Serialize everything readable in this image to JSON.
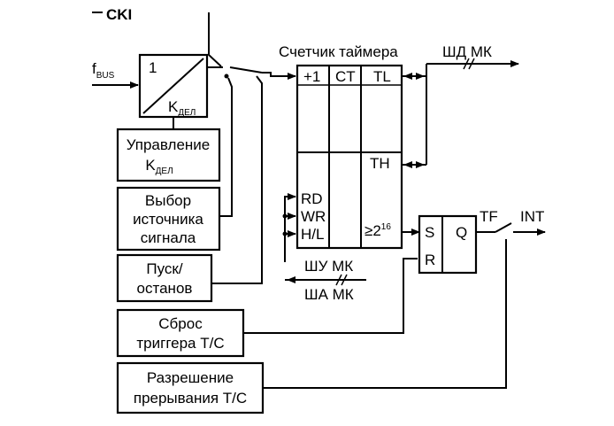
{
  "clock_source": "CKI",
  "bus_clock": {
    "main": "f",
    "sub": "BUS"
  },
  "divider": {
    "numerator": "1",
    "k_main": "K",
    "k_sub": "ДЕЛ"
  },
  "control_blocks": {
    "divider_control": {
      "line1": "Управление",
      "line2_main": "K",
      "line2_sub": "ДЕЛ"
    },
    "source_select": {
      "line1": "Выбор",
      "line2": "источника",
      "line3": "сигнала"
    },
    "start_stop": {
      "line1": "Пуск/",
      "line2": "останов"
    },
    "reset": {
      "line1": "Сброс",
      "line2": "триггера T/C"
    },
    "int_enable": {
      "line1": "Разрешение",
      "line2": "прерывания T/C"
    }
  },
  "counter": {
    "title": "Счетчик таймера",
    "col_inc": "+1",
    "col_ct": "CT",
    "reg_tl": "TL",
    "reg_th": "TH",
    "ctrl_rd": "RD",
    "ctrl_wr": "WR",
    "ctrl_hl": "H/L",
    "overflow_main": "≥2",
    "overflow_sup": "16"
  },
  "buses": {
    "data_bus": "ШД МК",
    "control_bus": "ШУ МК",
    "address_bus": "ША МК"
  },
  "flipflop": {
    "s": "S",
    "r": "R",
    "q": "Q"
  },
  "outputs": {
    "tf": "TF",
    "int": "INT"
  }
}
